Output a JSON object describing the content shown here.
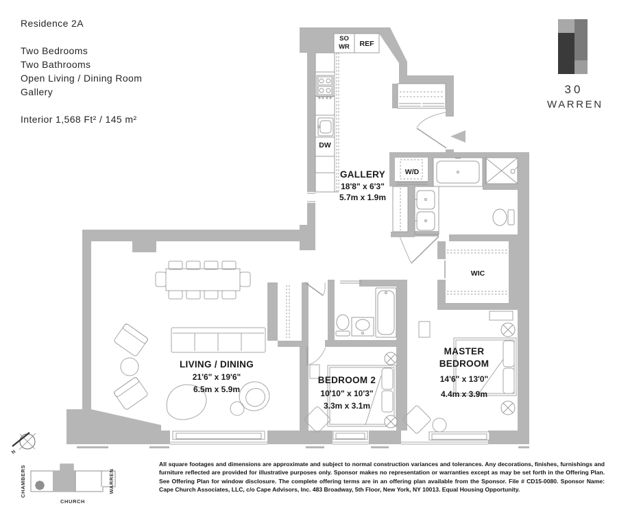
{
  "header": {
    "residence": "Residence 2A",
    "features": [
      "Two Bedrooms",
      "Two Bathrooms",
      "Open Living / Dining Room",
      "Gallery"
    ],
    "area": "Interior 1,568 Ft² / 145 m²"
  },
  "logo": {
    "number": "30",
    "name": "WARREN"
  },
  "plan": {
    "gallery": {
      "name": "GALLERY",
      "ft": "18'8\" x 6'3\"",
      "m": "5.7m x 1.9m"
    },
    "living": {
      "name": "LIVING / DINING",
      "ft": "21'6\" x 19'6\"",
      "m": "6.5m x 5.9m"
    },
    "bedroom2": {
      "name": "BEDROOM 2",
      "ft": "10'10\" x 10'3\"",
      "m": "3.3m x 3.1m"
    },
    "master": {
      "line1": "MASTER",
      "line2": "BEDROOM",
      "ft": "14'6\" x 13'0\"",
      "m": "4.4m x 3.9m"
    },
    "wic": "WIC",
    "wd": "W/D",
    "dw": "DW",
    "so": "SO",
    "wr": "WR",
    "ref": "REF"
  },
  "keyplan": {
    "north": "N",
    "street_left": "CHAMBERS",
    "street_bottom": "CHURCH",
    "street_right": "WARREN"
  },
  "disclaimer": "All square footages and dimensions are approximate and subject to normal construction variances and tolerances. Any decorations, finishes, furnishings and furniture reflected are provided for illustrative purposes only. Sponsor makes no representation or warranties except as may be set forth in the Offering Plan. See Offering Plan for window disclosure. The complete offering terms are in an offering plan available from the Sponsor. File # CD15-0080. Sponsor Name: Cape Church Associates, LLC, c/o Cape Advisors, Inc. 483 Broadway, 5th Floor, New York, NY 10013. Equal Housing Opportunity.",
  "colors": {
    "wall": "#b6b6b6",
    "fixture_line": "#9c9c9c",
    "furniture_line": "#a6a6a6",
    "text": "#191919",
    "logo_dark": "#3a3a3a",
    "logo_mid": "#7a7a7a",
    "logo_light": "#a8a8a8"
  }
}
